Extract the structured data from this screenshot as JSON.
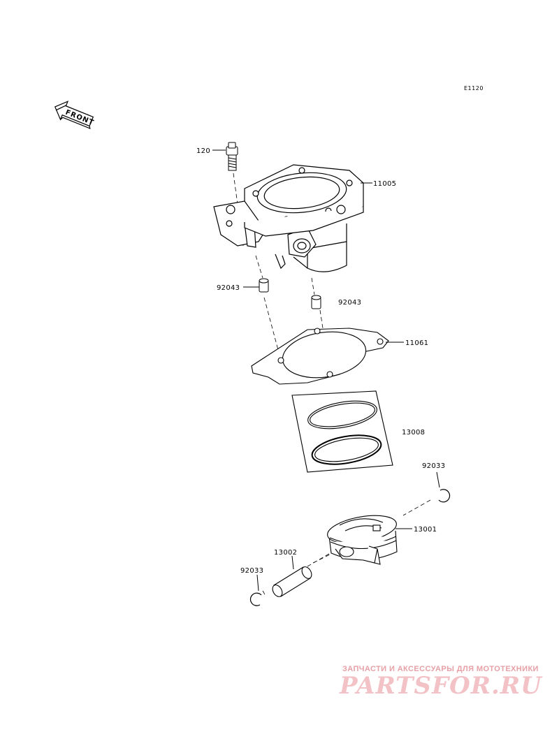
{
  "diagram": {
    "code": "E1120",
    "front_indicator": "FRONT",
    "parts": {
      "bolt": "120",
      "cylinder": "11005",
      "dowel_left": "92043",
      "dowel_right": "92043",
      "gasket": "11061",
      "ring_set": "13008",
      "circlip_right": "92033",
      "piston": "13001",
      "piston_pin": "13002",
      "circlip_left": "92033"
    }
  },
  "watermark": {
    "tagline": "ЗАПЧАСТИ И АКСЕССУАРЫ ДЛЯ МОТОТЕХНИКИ",
    "logo": "PARTSFOR.RU",
    "color": "#f2c2c6"
  }
}
